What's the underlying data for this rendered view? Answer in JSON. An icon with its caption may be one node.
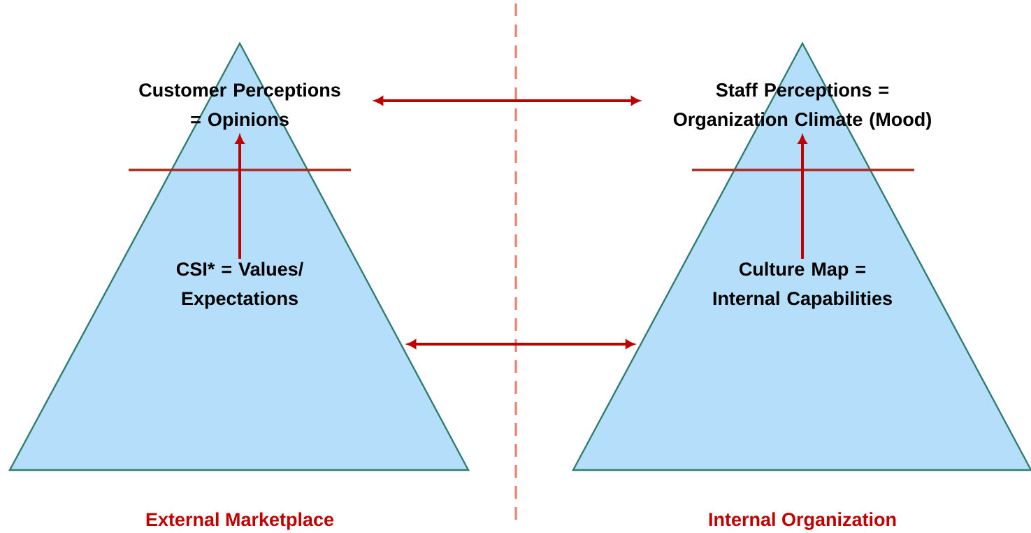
{
  "diagram": {
    "nodes": [
      {
        "text": [],
        "shape": "triangle"
      },
      {
        "text": [
          "Customer Perceptions = Opinions"
        ],
        "in": 0
      },
      {
        "text": [
          "CSI* = Values/ Expectations"
        ],
        "in": 0
      },
      {
        "text": [],
        "shape": "triangle"
      },
      {
        "text": [
          "Staff Perceptions = Organization Climate (Mood)"
        ],
        "in": 3
      },
      {
        "text": [
          "Culture Map = Internal Capabilities"
        ],
        "in": 3
      }
    ],
    "edges": [
      {
        "from": 2,
        "to": 1,
        "arrow": "to"
      },
      {
        "from": 5,
        "to": 4,
        "arrow": "to"
      },
      {
        "from": 1,
        "to": 4,
        "arrow": "both"
      },
      {
        "from": 0,
        "to": 3,
        "arrow": "both"
      }
    ],
    "labels": [
      "External Marketplace",
      "Internal Organization"
    ]
  }
}
